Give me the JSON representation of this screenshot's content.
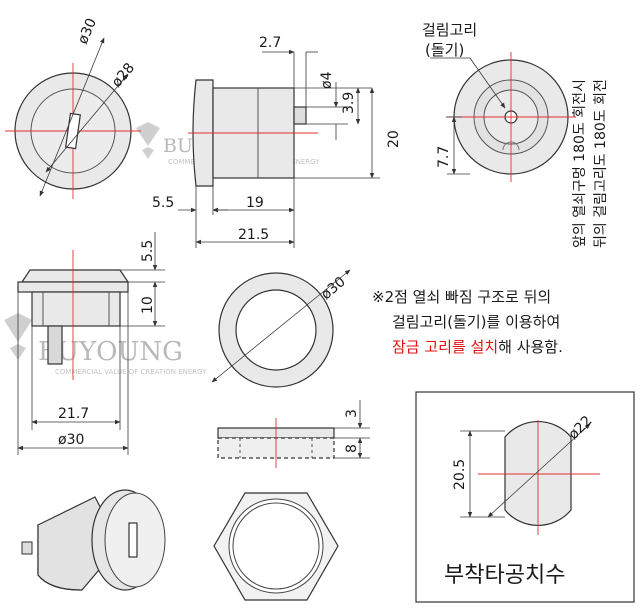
{
  "watermark": {
    "brand": "BUYOUNG",
    "tagline": "COMMERCIAL VALUE OF CREATION ENERGY"
  },
  "front_view": {
    "dia_outer": "ø30",
    "dia_inner": "ø28"
  },
  "side_view": {
    "d_flange": "2.7",
    "d_pin": "ø4",
    "d_pin_h": "3.9",
    "d_height": "20",
    "d_flange_w": "5.5",
    "d_body": "19",
    "d_total": "21.5"
  },
  "rear_view": {
    "label_line1": "걸림고리",
    "label_line2": "(돌기)",
    "d_offset": "7.7",
    "vert_line1": "앞의 열쇠구멍 180도 회전시",
    "vert_line2": "뒤의 걸림고리도 180도 회전"
  },
  "side_view2": {
    "d_top": "5.5",
    "d_mid": "10",
    "d_width": "21.7",
    "d_outer": "ø30"
  },
  "note": {
    "line1": "※2점 열쇠 빠짐 구조로 뒤의",
    "line2": "걸림고리(돌기)를 이용하여",
    "line3_red": "잠금 고리를 설치",
    "line3_rest": "해 사용함.",
    "red_color": "#e01010"
  },
  "washer": {
    "dia": "ø30",
    "d_thick1": "3",
    "d_thick2": "8"
  },
  "cutout": {
    "dia": "ø22",
    "height": "20.5",
    "title": "부착타공치수"
  },
  "colors": {
    "centerline": "#e03030",
    "outline": "#333333",
    "fill": "#e9e9e9"
  }
}
